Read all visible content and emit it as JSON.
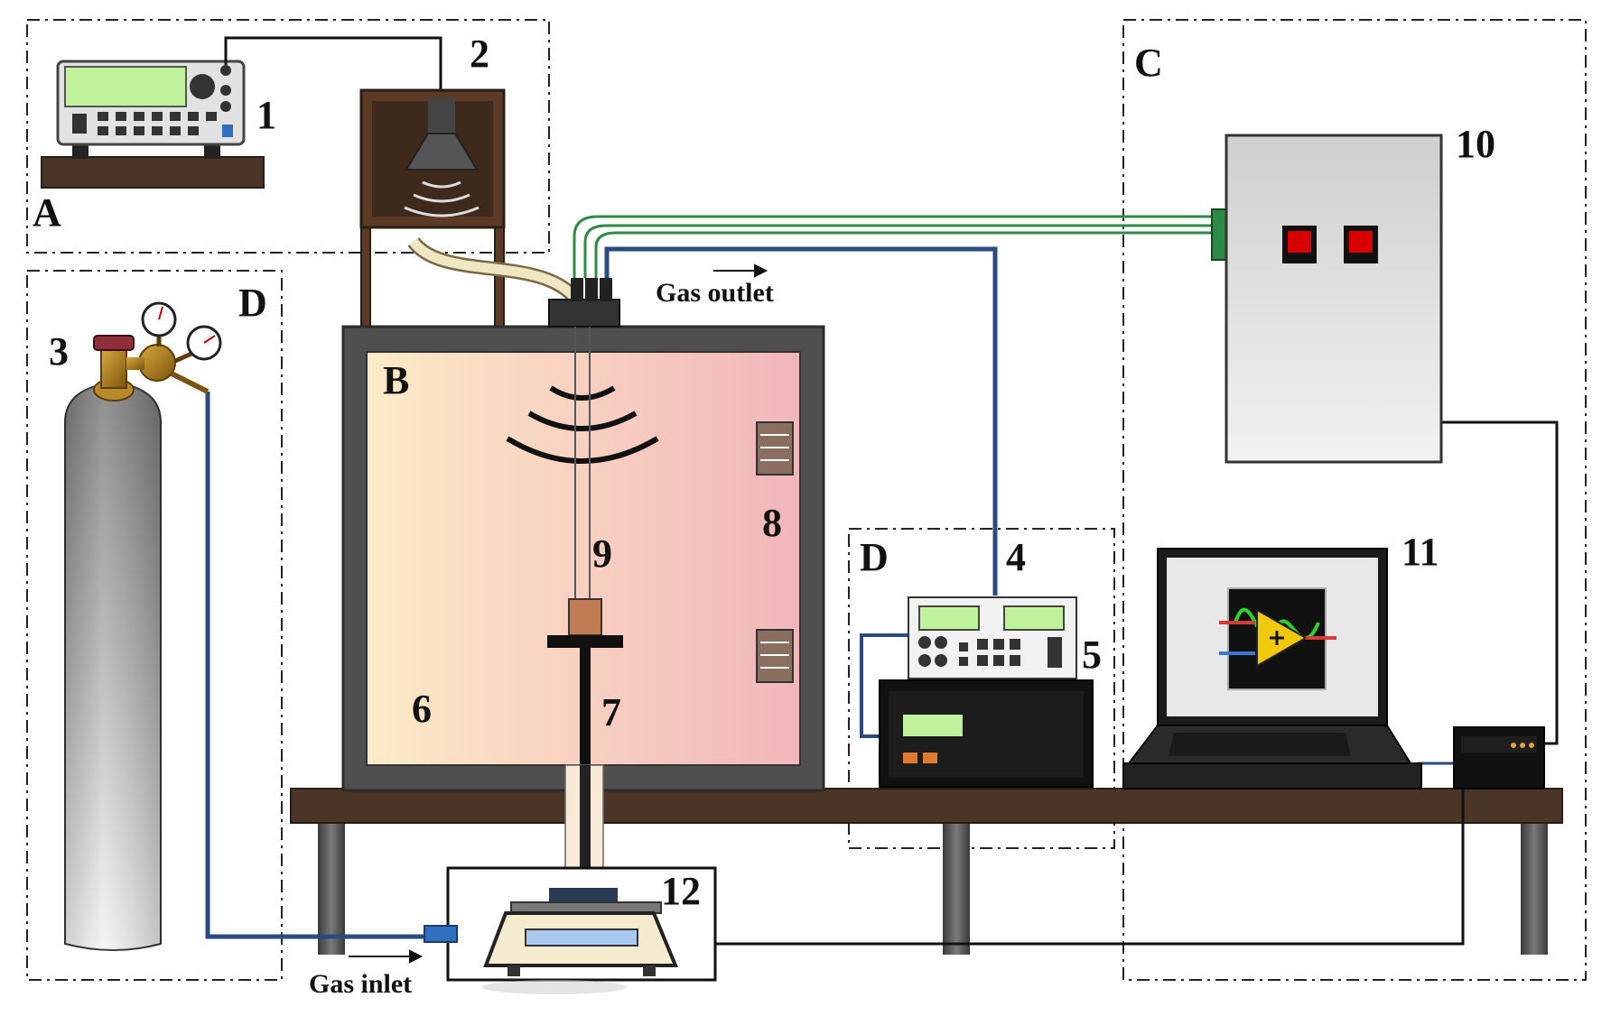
{
  "labels": {
    "n1": "1",
    "n2": "2",
    "n3": "3",
    "n4": "4",
    "n5": "5",
    "n6": "6",
    "n7": "7",
    "n8": "8",
    "n9": "9",
    "n10": "10",
    "n11": "11",
    "n12": "12",
    "secA": "A",
    "secB": "B",
    "secC": "C",
    "secD1": "D",
    "secD2": "D",
    "gas_outlet": "Gas outlet",
    "gas_inlet": "Gas inlet"
  },
  "colors": {
    "green_wire": "#2e8b47",
    "blue_pipe": "#2a4a80",
    "wood": "#4a3526",
    "chamber_frame": "#4f4f4f",
    "chamber_left": "#fcebc6",
    "chamber_right": "#f2b9bd",
    "red_switch": "#d80000"
  },
  "icons": {
    "function_generator": "function-generator-icon",
    "speaker": "speaker-icon",
    "gas_cylinder": "gas-cylinder-icon",
    "controller": "controller-icon",
    "power_supply": "power-supply-icon",
    "heater": "heater-icon",
    "control_box": "control-box-icon",
    "laptop": "laptop-icon",
    "daq": "daq-icon",
    "balance": "balance-icon",
    "labview": "labview-icon"
  }
}
